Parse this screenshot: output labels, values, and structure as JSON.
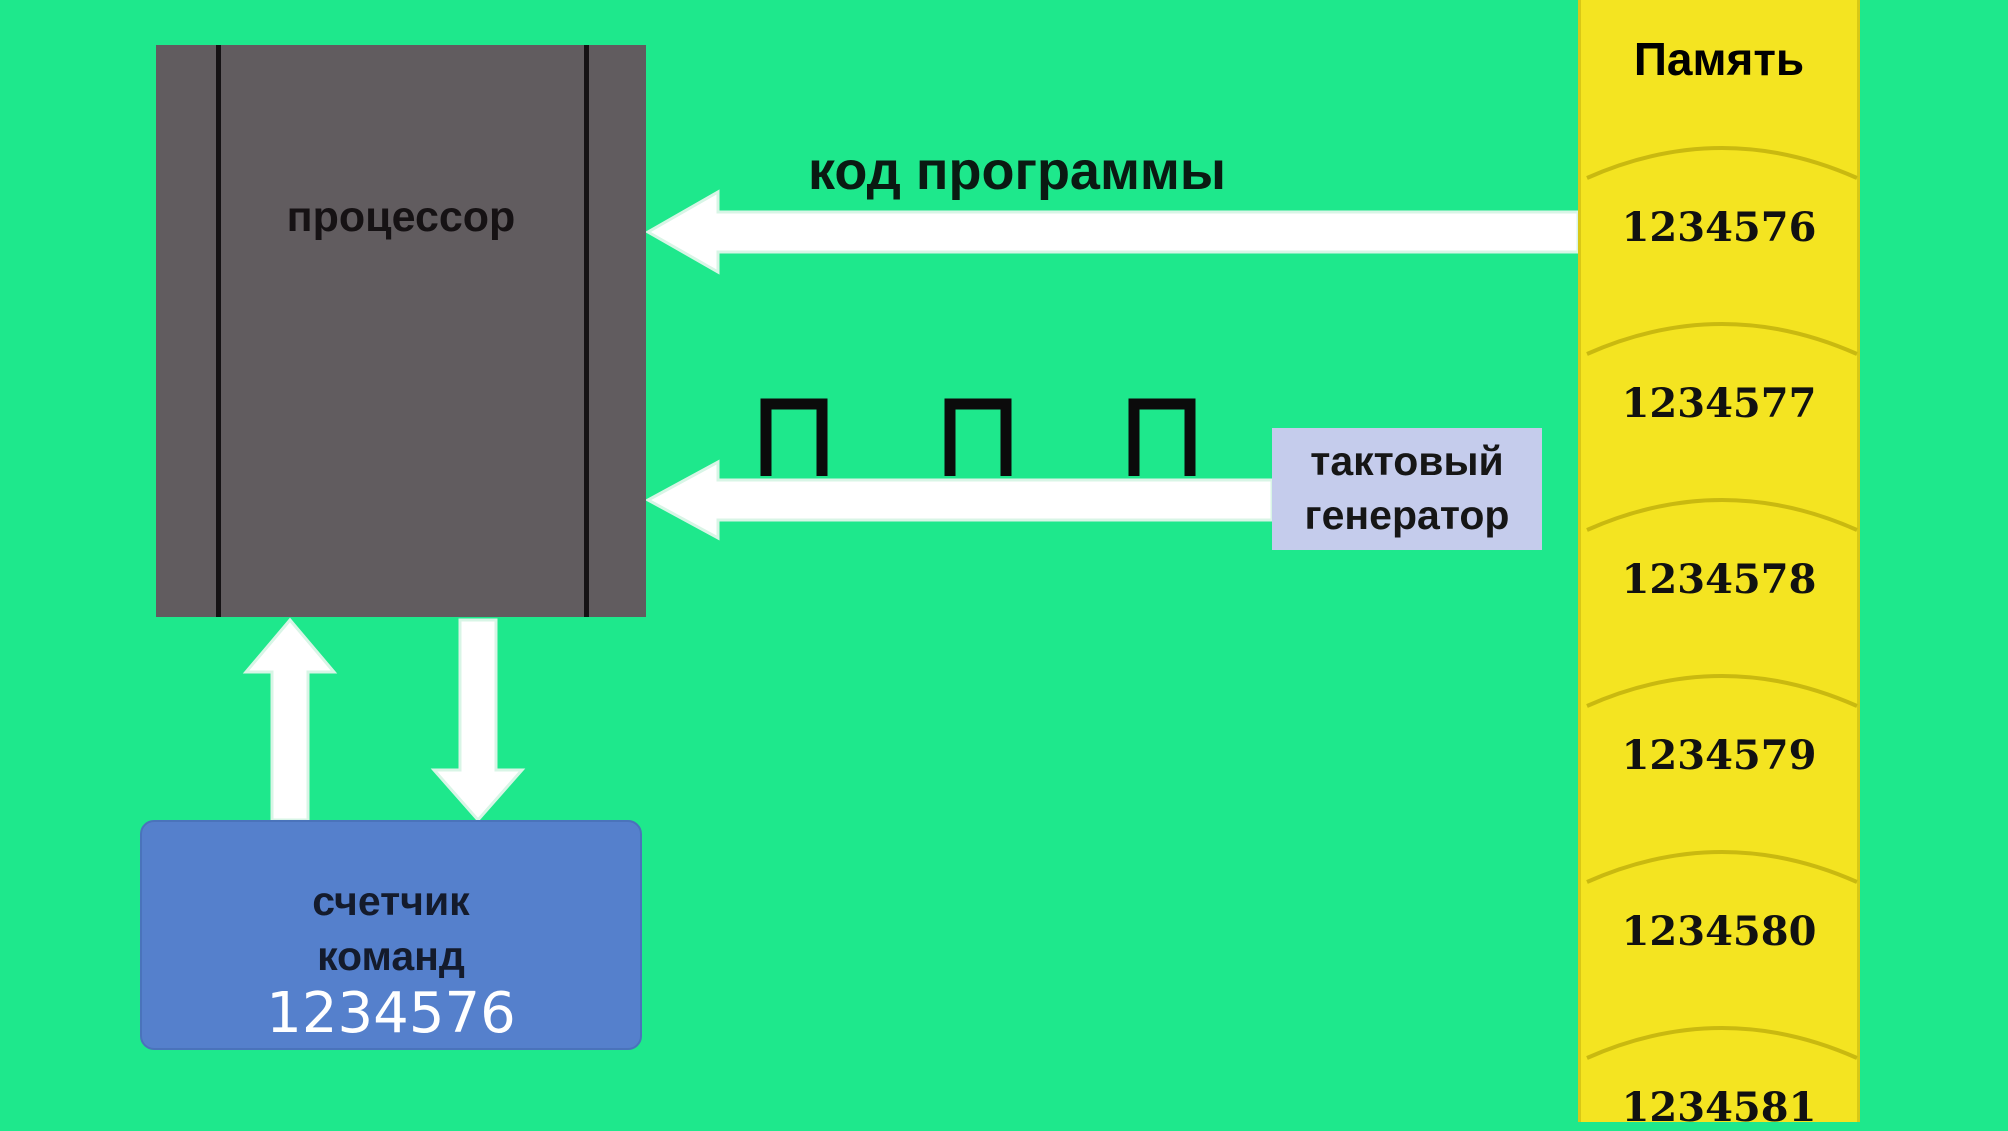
{
  "processor": {
    "label": "процессор"
  },
  "counter": {
    "label_line1": "счетчик",
    "label_line2": "команд",
    "value": "1234576"
  },
  "memory": {
    "title": "Память",
    "cells": [
      "1234576",
      "1234577",
      "1234578",
      "1234579",
      "1234580",
      "1234581"
    ]
  },
  "code_bus": {
    "label": "код программы"
  },
  "clock": {
    "label_line1": "тактовый",
    "label_line2": "генератор",
    "pulse_count": 3
  },
  "colors": {
    "background": "#1ee88c",
    "processor": "#615c5f",
    "counter": "#5580cc",
    "memory": "#f4e421",
    "clock_box": "#c5ccec",
    "arrow": "#ffffff"
  }
}
